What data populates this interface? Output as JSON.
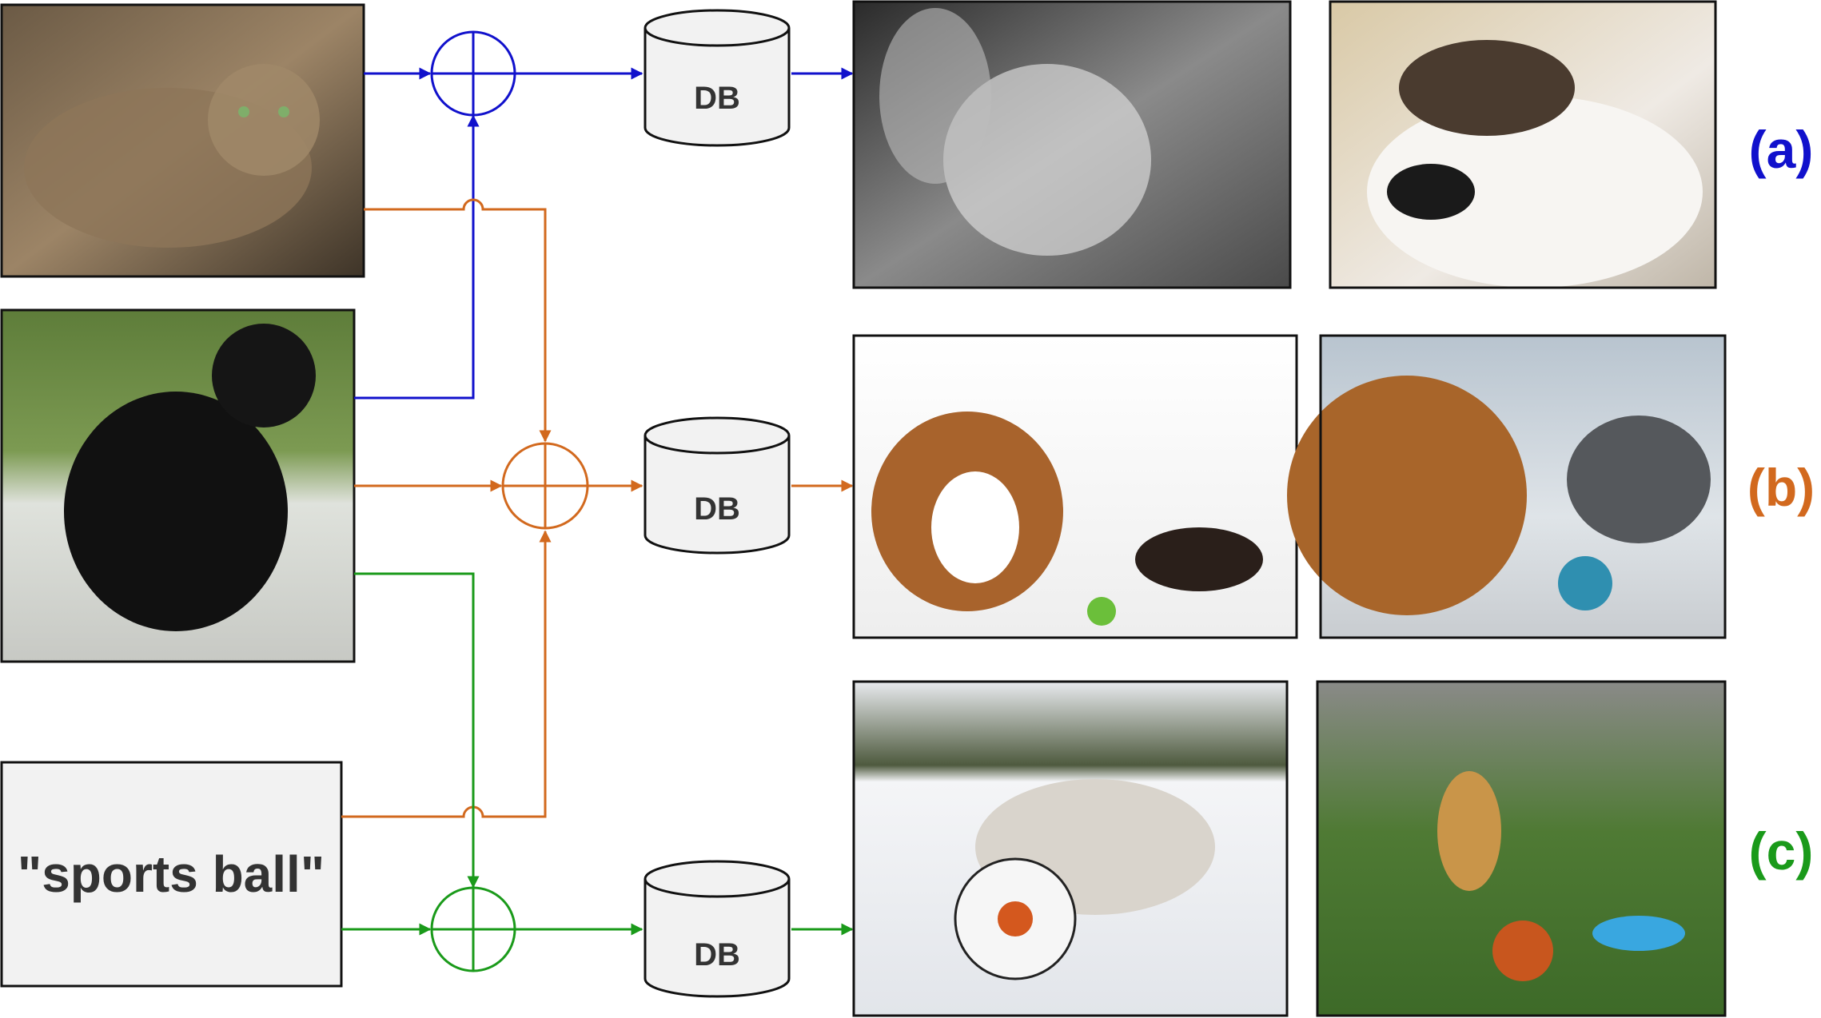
{
  "text_query": "\"sports ball\"",
  "db_label": "DB",
  "rows": [
    {
      "id": "a",
      "label": "(a)",
      "color": "#1111cc"
    },
    {
      "id": "b",
      "label": "(b)",
      "color": "#d2691e"
    },
    {
      "id": "c",
      "label": "(c)",
      "color": "#1a9a1a"
    }
  ],
  "colors": {
    "blue": "#1111cc",
    "orange": "#d2691e",
    "green": "#1a9a1a",
    "db_fill": "#f2f2f2",
    "query_box_fill": "#f2f2f2"
  },
  "images": {
    "query_cat": "tabby cat lying on chair",
    "query_dog": "black labrador sitting on boat seat",
    "result_a1": "grayscale kitten and beagle",
    "result_a2": "cat sleeping on white dog near computer mouse",
    "result_b1": "bulldog and kitten with small ball",
    "result_b2": "golden retriever and grey cat with blue ball",
    "result_c1": "white dog playing with soccer ball in snow",
    "result_c2": "golden retriever on lawn with basketball and frisbee"
  }
}
